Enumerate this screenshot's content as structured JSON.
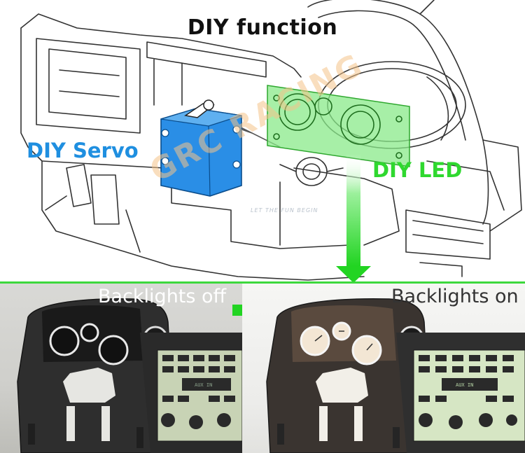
{
  "header": {
    "title": "DIY function"
  },
  "labels": {
    "servo": "DIY Servo",
    "led": "DIY LED"
  },
  "watermark": {
    "brand": "GRC RACING",
    "tagline": "LET THE FUN BEGIN"
  },
  "captions": {
    "off": "Backlights off",
    "on": "Backlights on"
  },
  "dashboard_text": {
    "left_badge": "AUX IN",
    "right_badge": "AUX IN"
  },
  "colors": {
    "servo_blue": "#1f8fe0",
    "led_green": "#2fd82f",
    "divider_green": "#3dd83d",
    "arrow_green": "#22d422",
    "watermark_orange": "#f5c48a"
  },
  "icons": {
    "down_arrow": "arrow-down-icon",
    "right_arrow": "arrow-right-icon"
  }
}
